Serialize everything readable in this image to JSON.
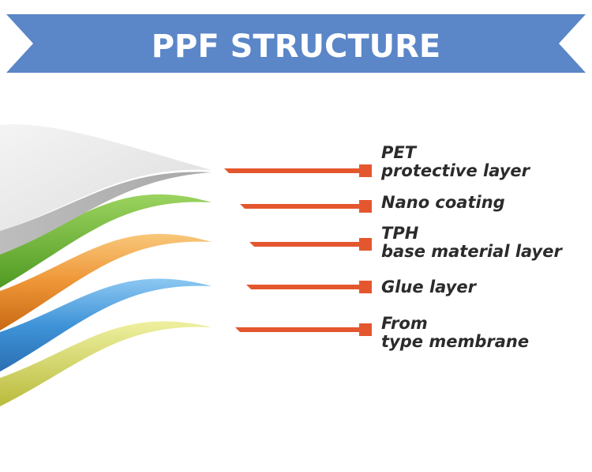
{
  "banner": {
    "title": "PPF STRUCTURE",
    "color": "#5b86c8"
  },
  "layers": [
    {
      "lines": [
        "PET",
        "protective layer"
      ],
      "color": "#e8e8e8"
    },
    {
      "lines": [
        "Nano coating"
      ],
      "color": "#7cc24a"
    },
    {
      "lines": [
        "TPH",
        "base material layer"
      ],
      "color": "#ef9a3a"
    },
    {
      "lines": [
        "Glue layer"
      ],
      "color": "#4b9ee0"
    },
    {
      "lines": [
        "From",
        "type membrane"
      ],
      "color": "#d7d96a"
    }
  ],
  "pointer_color": "#e4572e"
}
